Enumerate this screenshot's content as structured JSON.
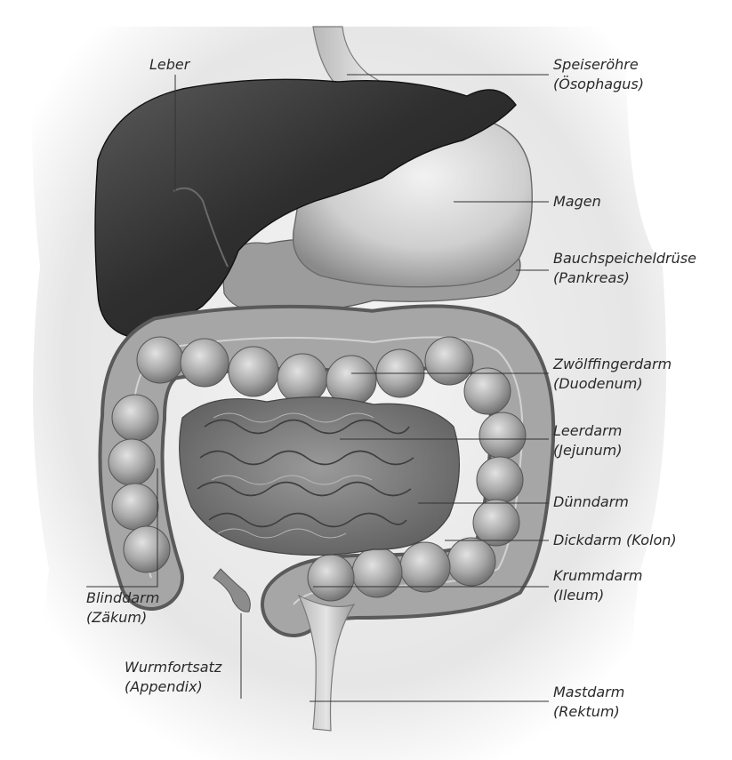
{
  "labels": {
    "liver": {
      "line1": "Leber"
    },
    "esophagus": {
      "line1": "Speiseröhre",
      "line2": "(Ösophagus)"
    },
    "stomach": {
      "line1": "Magen"
    },
    "pancreas": {
      "line1": "Bauchspeicheldrüse",
      "line2": "(Pankreas)"
    },
    "duodenum": {
      "line1": "Zwölffingerdarm",
      "line2": "(Duodenum)"
    },
    "jejunum": {
      "line1": "Leerdarm",
      "line2": "(Jejunum)"
    },
    "small_intestine": {
      "line1": "Dünndarm"
    },
    "colon": {
      "line1": "Dickdarm (Kolon)"
    },
    "ileum": {
      "line1": "Krummdarm",
      "line2": "(Ileum)"
    },
    "cecum": {
      "line1": "Blinddarm",
      "line2": "(Zäkum)"
    },
    "appendix": {
      "line1": "Wurmfortsatz",
      "line2": "(Appendix)"
    },
    "rectum": {
      "line1": "Mastdarm",
      "line2": "(Rektum)"
    }
  }
}
